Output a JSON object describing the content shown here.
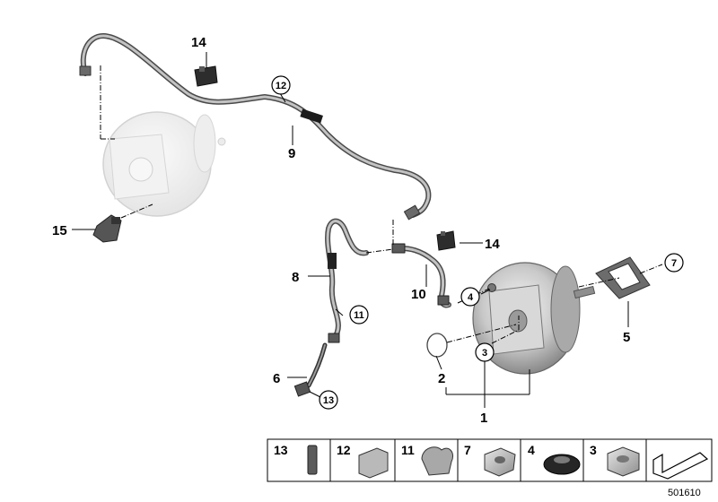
{
  "callouts": {
    "c1": "1",
    "c2": "2",
    "c3": "3",
    "c4": "4",
    "c5": "5",
    "c6": "6",
    "c7": "7",
    "c8": "8",
    "c9": "9",
    "c10": "10",
    "c11": "11",
    "c12": "12",
    "c13": "13",
    "c14a": "14",
    "c14b": "14",
    "c15": "15"
  },
  "legend": [
    {
      "num": "13",
      "part": "hose-clip"
    },
    {
      "num": "12",
      "part": "holder-clip"
    },
    {
      "num": "11",
      "part": "double-clip"
    },
    {
      "num": "7",
      "part": "collar-nut"
    },
    {
      "num": "4",
      "part": "grommet"
    },
    {
      "num": "3",
      "part": "hex-nut"
    },
    {
      "num": "",
      "part": "direction-arrow"
    }
  ],
  "diagram_code": "501610"
}
